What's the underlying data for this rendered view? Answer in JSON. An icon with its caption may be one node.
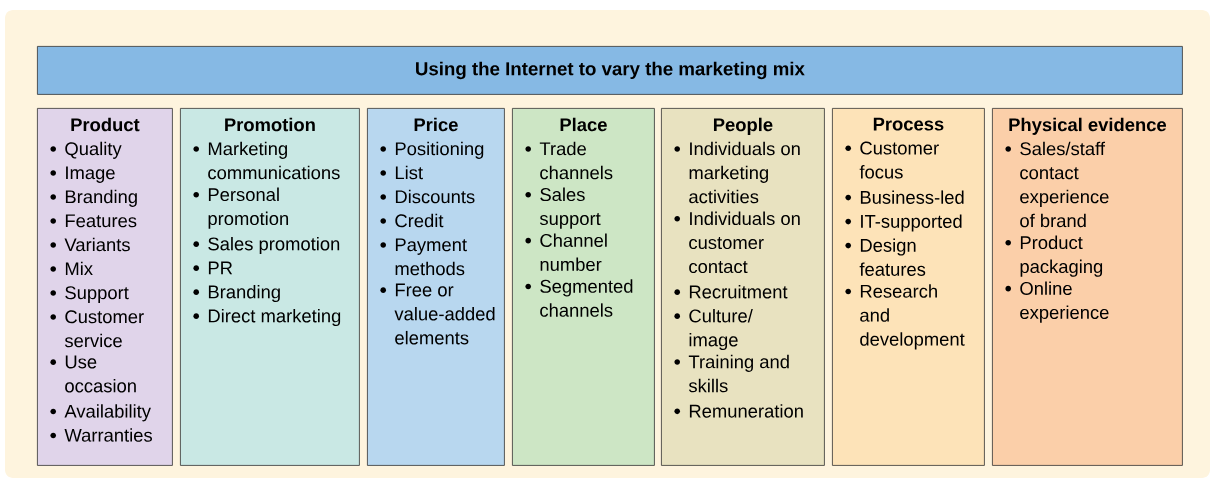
{
  "diagram": {
    "nodes": [
      {
        "text": [
          "Using the Internet to vary the marketing mix"
        ]
      },
      {
        "text": [
          "Product",
          "Quality",
          "Image",
          "Branding",
          "Features",
          "Variants",
          "Mix",
          "Support",
          "Customer service",
          "Use occasion",
          "Availability",
          "Warranties"
        ]
      },
      {
        "text": [
          "Promotion",
          "Marketing communications",
          "Personal promotion",
          "Sales promotion",
          "PR",
          "Branding",
          "Direct marketing"
        ]
      },
      {
        "text": [
          "Price",
          "Positioning",
          "List",
          "Discounts",
          "Credit",
          "Payment methods",
          "Free or value-added elements"
        ]
      },
      {
        "text": [
          "Place",
          "Trade channels",
          "Sales support",
          "Channel number",
          "Segmented channels"
        ]
      },
      {
        "text": [
          "People",
          "Individuals on marketing activities",
          "Individuals on customer contact",
          "Recruitment",
          "Culture/ image",
          "Training and skills",
          "Remuneration"
        ]
      },
      {
        "text": [
          "Process",
          "Customer focus",
          "Business-led",
          "IT-supported",
          "Design features",
          "Research and development"
        ]
      },
      {
        "text": [
          "Physical evidence",
          "Sales/staff contact experience of brand",
          "Product packaging",
          "Online experience"
        ]
      }
    ]
  }
}
